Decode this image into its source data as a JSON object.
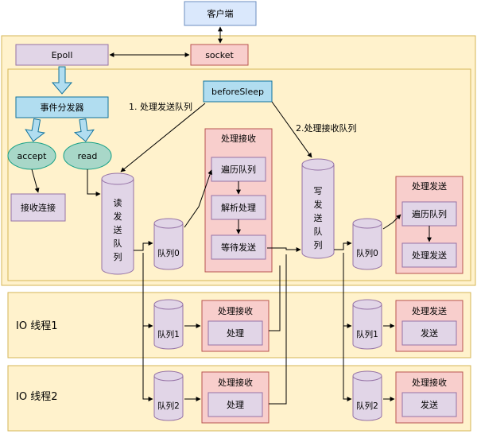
{
  "client": "客户端",
  "epoll": "Epoll",
  "socket": "socket",
  "dispatcher": "事件分发器",
  "before_sleep": "beforeSleep",
  "accept": "accept",
  "read": "read",
  "accept_conn": "接收连接",
  "step1": "1. 处理发送队列",
  "step2": "2.处理接收队列",
  "read_queue": [
    "读",
    "发",
    "送",
    "队",
    "列"
  ],
  "write_queue": [
    "写",
    "发",
    "送",
    "队",
    "列"
  ],
  "main_recv": {
    "title": "处理接收",
    "steps": [
      "遍历队列",
      "解析处理",
      "等待发送"
    ]
  },
  "main_send": {
    "title": "处理发送",
    "steps": [
      "遍历队列",
      "处理发送"
    ]
  },
  "queue0": "队列0",
  "io_threads": [
    {
      "label": "IO 线程1",
      "queue": "队列1",
      "recv_title": "处理接收",
      "recv_step": "处理",
      "send_title": "处理发送",
      "send_step": "发送"
    },
    {
      "label": "IO 线程2",
      "queue": "队列2",
      "recv_title": "处理接收",
      "recv_step": "处理",
      "send_title": "处理接收",
      "send_step": "发送"
    }
  ],
  "colors": {
    "frame_fill": "#fff2cc",
    "frame_stroke": "#d6b656",
    "client_fill": "#dae8fc",
    "client_stroke": "#6c8ebf",
    "purple_fill": "#e1d5e7",
    "purple_stroke": "#9673a6",
    "red_fill": "#f8cecc",
    "red_stroke": "#b85450",
    "green_fill": "#d5e8d4",
    "teal_fill": "#b1ddf0",
    "teal_ellipse": "#a8d7c8"
  }
}
